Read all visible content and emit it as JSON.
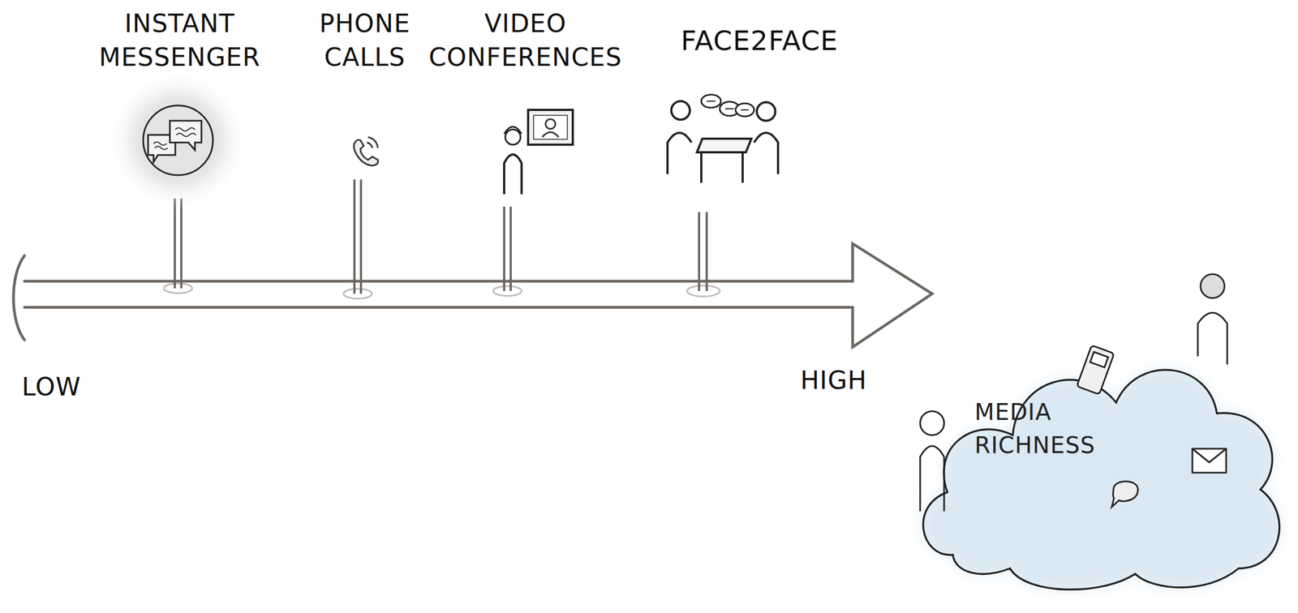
{
  "diagram": {
    "nodes": [
      {
        "text": [
          "MEDIA RICHNESS"
        ]
      }
    ],
    "labels": [
      "INSTANT MESSENGER",
      "PHONE CALLS",
      "VIDEO CONFERENCES",
      "FACE2FACE",
      "LOW",
      "HIGH"
    ]
  }
}
